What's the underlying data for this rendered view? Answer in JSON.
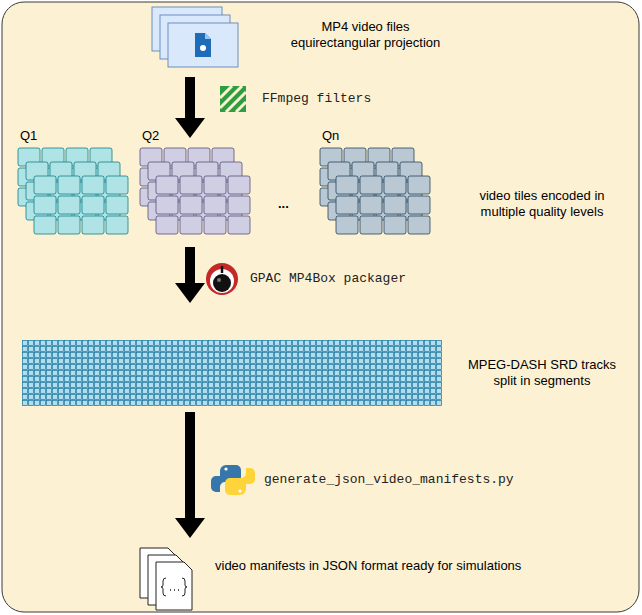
{
  "diagram": {
    "nodes": [
      {
        "text": [
          "MP4 video files equirectangular projection"
        ]
      },
      {
        "text": [
          "video tiles encoded in multiple quality levels"
        ]
      },
      {
        "text": [
          "MPEG-DASH SRD tracks split in segments"
        ]
      },
      {
        "text": [
          "video manifests in JSON format ready for simulations"
        ]
      }
    ],
    "edges": [
      {
        "from": 0,
        "to": 1,
        "arrow": "to",
        "label": "FFmpeg filters"
      },
      {
        "from": 1,
        "to": 2,
        "arrow": "to",
        "label": "GPAC MP4Box packager"
      },
      {
        "from": 2,
        "to": 3,
        "arrow": "to",
        "label": "generate_json_video_manifests.py"
      }
    ],
    "labels": [
      "Q1",
      "Q2",
      "...",
      "Qn"
    ]
  }
}
